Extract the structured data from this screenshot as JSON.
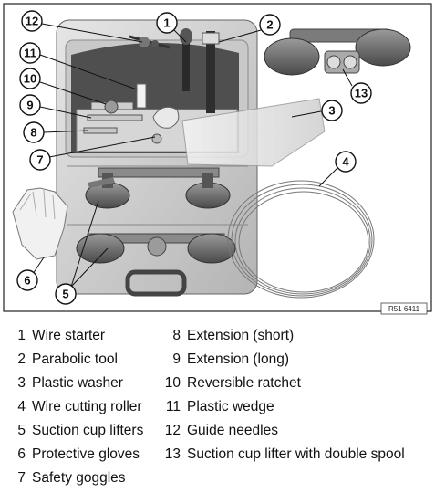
{
  "figure": {
    "ref_code": "R51 6411",
    "callouts": [
      "1",
      "2",
      "3",
      "4",
      "5",
      "6",
      "7",
      "8",
      "9",
      "10",
      "11",
      "12",
      "13"
    ]
  },
  "legend": [
    {
      "num": "1",
      "label": "Wire starter"
    },
    {
      "num": "2",
      "label": "Parabolic tool"
    },
    {
      "num": "3",
      "label": "Plastic washer"
    },
    {
      "num": "4",
      "label": "Wire cutting roller"
    },
    {
      "num": "5",
      "label": "Suction cup lifters"
    },
    {
      "num": "6",
      "label": "Protective gloves"
    },
    {
      "num": "7",
      "label": "Safety goggles"
    },
    {
      "num": "8",
      "label": "Extension (short)"
    },
    {
      "num": "9",
      "label": "Extension (long)"
    },
    {
      "num": "10",
      "label": "Reversible ratchet"
    },
    {
      "num": "11",
      "label": "Plastic wedge"
    },
    {
      "num": "12",
      "label": "Guide needles"
    },
    {
      "num": "13",
      "label": "Suction cup lifter with double spool"
    }
  ]
}
